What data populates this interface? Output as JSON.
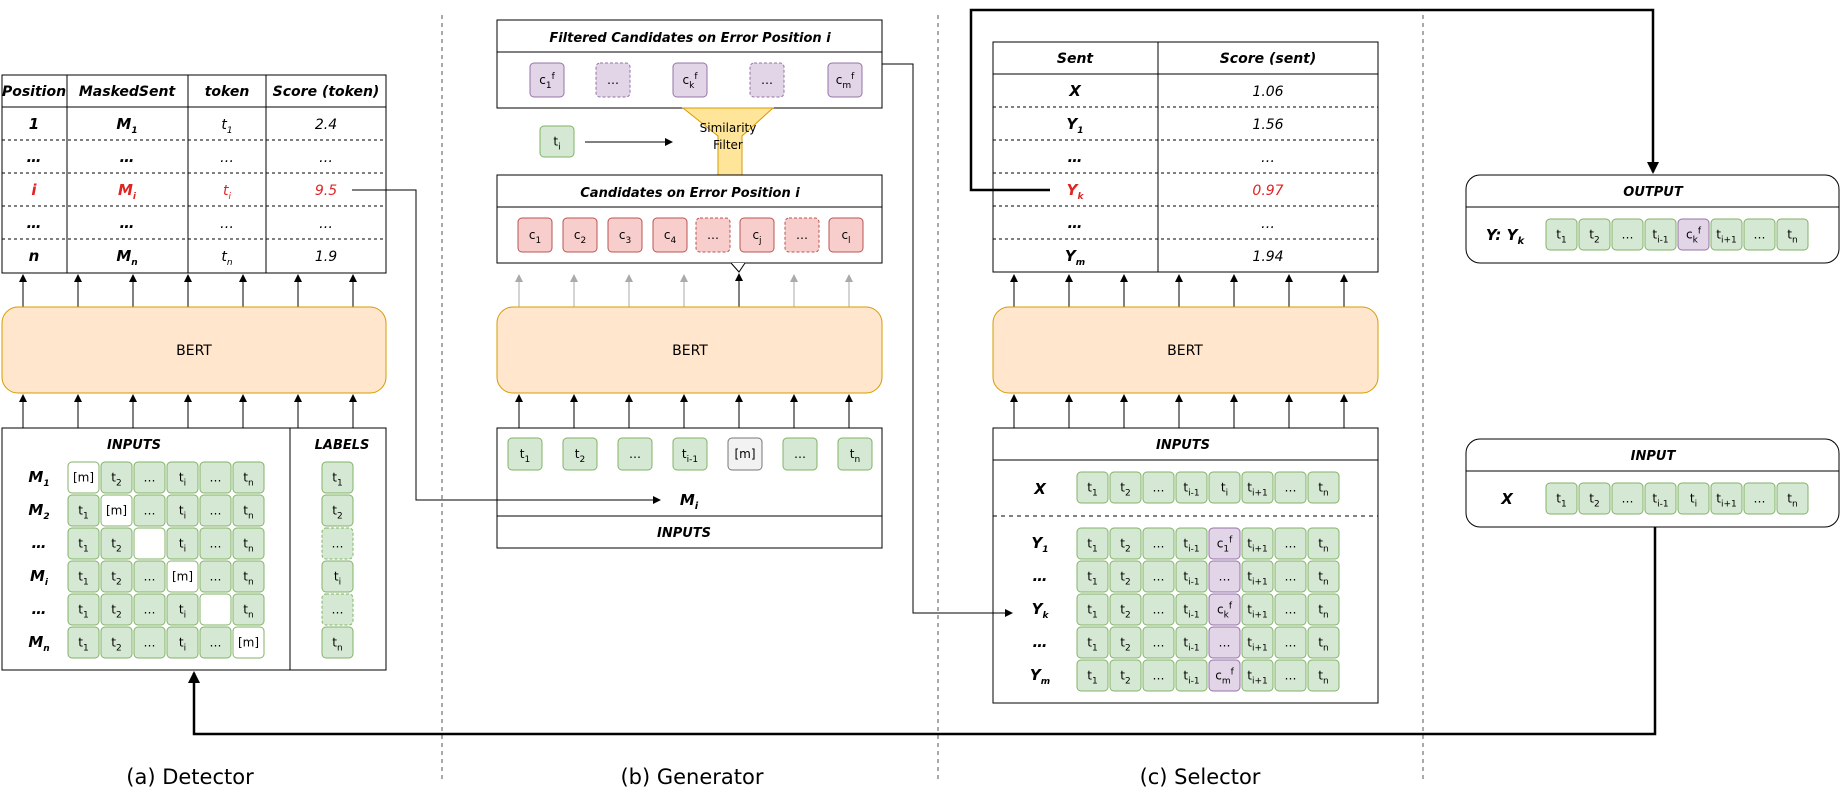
{
  "captions": {
    "detector": "(a) Detector",
    "generator": "(b) Generator",
    "selector": "(c) Selector"
  },
  "bert_label": "BERT",
  "detector": {
    "table": {
      "headers": [
        "Position",
        "MaskedSent",
        "token",
        "Score (token)"
      ],
      "rows": [
        {
          "pos": "1",
          "sent": "M",
          "sent_sub": "1",
          "tok": "t",
          "tok_sub": "1",
          "score": "2.4"
        },
        {
          "pos": "…",
          "sent": "…",
          "sent_sub": "",
          "tok": "…",
          "tok_sub": "",
          "score": "…"
        },
        {
          "pos": "i",
          "sent": "M",
          "sent_sub": "i",
          "tok": "t",
          "tok_sub": "i",
          "score": "9.5"
        },
        {
          "pos": "…",
          "sent": "…",
          "sent_sub": "",
          "tok": "…",
          "tok_sub": "",
          "score": "…"
        },
        {
          "pos": "n",
          "sent": "M",
          "sent_sub": "n",
          "tok": "t",
          "tok_sub": "n",
          "score": "1.9"
        }
      ]
    },
    "inputs_header": "INPUTS",
    "labels_header": "LABELS",
    "row_labels": [
      [
        "M",
        "1"
      ],
      [
        "M",
        "2"
      ],
      [
        "…",
        ""
      ],
      [
        "M",
        "i"
      ],
      [
        "…",
        ""
      ],
      [
        "M",
        "n"
      ]
    ],
    "labels": [
      [
        "t",
        "1"
      ],
      [
        "t",
        "2"
      ],
      [
        "…",
        ""
      ],
      [
        "t",
        "i"
      ],
      [
        "…",
        ""
      ],
      [
        "t",
        "n"
      ]
    ]
  },
  "generator": {
    "filtered_header": "Filtered Candidates on Error Position i",
    "filtered": [
      [
        "c",
        "1",
        "f"
      ],
      [
        "…",
        "",
        ""
      ],
      [
        "c",
        "k",
        "f"
      ],
      [
        "…",
        "",
        ""
      ],
      [
        "c",
        "m",
        "f"
      ]
    ],
    "similarity_filter": [
      "Similarity",
      "Filter"
    ],
    "ti": [
      "t",
      "i"
    ],
    "candidates_header": "Candidates on Error Position i",
    "candidates": [
      [
        "c",
        "1"
      ],
      [
        "c",
        "2"
      ],
      [
        "c",
        "3"
      ],
      [
        "c",
        "4"
      ],
      [
        "…",
        ""
      ],
      [
        "c",
        "j"
      ],
      [
        "…",
        ""
      ],
      [
        "c",
        "l"
      ]
    ],
    "input_tokens": [
      [
        "t",
        "1"
      ],
      [
        "t",
        "2"
      ],
      [
        "…",
        ""
      ],
      [
        "t",
        "i-1"
      ],
      [
        "[m]",
        ""
      ],
      [
        "…",
        ""
      ],
      [
        "t",
        "n"
      ]
    ],
    "mi": [
      "M",
      "i"
    ],
    "inputs_label": "INPUTS"
  },
  "selector": {
    "table": {
      "headers": [
        "Sent",
        "Score (sent)"
      ],
      "rows": [
        {
          "sent": "X",
          "sub": "",
          "score": "1.06"
        },
        {
          "sent": "Y",
          "sub": "1",
          "score": "1.56"
        },
        {
          "sent": "…",
          "sub": "",
          "score": "…"
        },
        {
          "sent": "Y",
          "sub": "k",
          "score": "0.97"
        },
        {
          "sent": "…",
          "sub": "",
          "score": "…"
        },
        {
          "sent": "Y",
          "sub": "m",
          "score": "1.94"
        }
      ]
    },
    "inputs_header": "INPUTS",
    "x_label": "X",
    "row_labels": [
      [
        "Y",
        "1"
      ],
      [
        "…",
        ""
      ],
      [
        "Y",
        "k"
      ],
      [
        "…",
        ""
      ],
      [
        "Y",
        "m"
      ]
    ],
    "cand_cells": [
      [
        "c",
        "1",
        "f"
      ],
      [
        "…",
        "",
        ""
      ],
      [
        "c",
        "k",
        "f"
      ],
      [
        "…",
        "",
        ""
      ],
      [
        "c",
        "m",
        "f"
      ]
    ]
  },
  "output": {
    "header": "OUTPUT",
    "label": "Y: Y",
    "label_sub": "k",
    "tokens": [
      [
        "t",
        "1"
      ],
      [
        "t",
        "2"
      ],
      [
        "…",
        ""
      ],
      [
        "t",
        "i-1"
      ],
      [
        "c",
        "k",
        "f"
      ],
      [
        "t",
        "i+1"
      ],
      [
        "…",
        ""
      ],
      [
        "t",
        "n"
      ]
    ]
  },
  "input": {
    "header": "INPUT",
    "label": "X",
    "tokens": [
      [
        "t",
        "1"
      ],
      [
        "t",
        "2"
      ],
      [
        "…",
        ""
      ],
      [
        "t",
        "i-1"
      ],
      [
        "t",
        "i"
      ],
      [
        "t",
        "i+1"
      ],
      [
        "…",
        ""
      ],
      [
        "t",
        "n"
      ]
    ]
  },
  "colors": {
    "green_fill": "#d5e8d4",
    "green_stroke": "#82b366",
    "red_fill": "#f8cecc",
    "red_stroke": "#b85450",
    "purple_fill": "#e1d5e7",
    "purple_stroke": "#9673a6",
    "bert_fill": "#ffe6cc",
    "bert_stroke": "#d79b00",
    "funnel_fill": "#ffe599",
    "highlight": "#e02424"
  }
}
